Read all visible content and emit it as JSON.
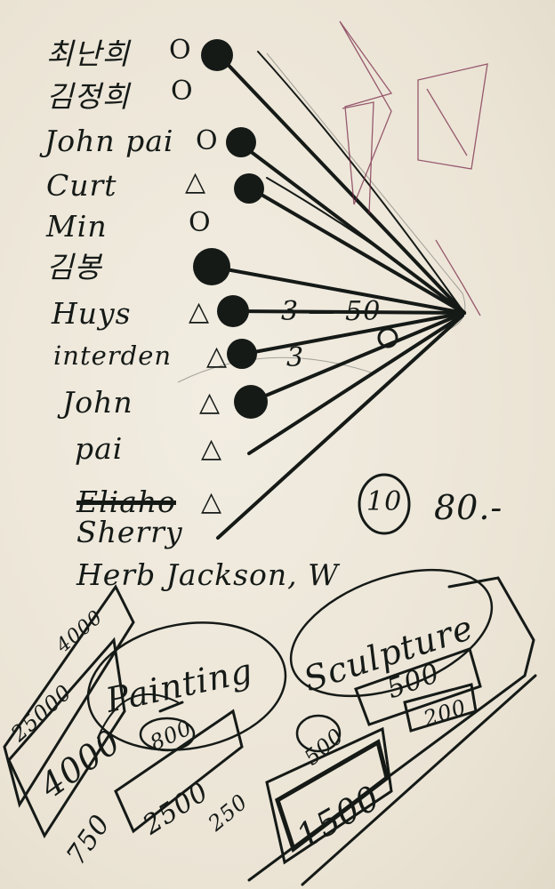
{
  "names": [
    {
      "text": "최난희",
      "mark": "O"
    },
    {
      "text": "김정희",
      "mark": "O"
    },
    {
      "text": "John pai",
      "mark": "O"
    },
    {
      "text": "Curt",
      "mark": "△"
    },
    {
      "text": "Min",
      "mark": "O"
    },
    {
      "text": "김봉",
      "mark": ""
    },
    {
      "text": "Huys",
      "mark": "△"
    },
    {
      "text": "interden",
      "mark": "△"
    },
    {
      "text": "John",
      "mark": "△"
    },
    {
      "text": "pai",
      "mark": "△"
    },
    {
      "text": "Eliaho",
      "mark": "△"
    }
  ],
  "extra_names": [
    "Sherry",
    "Herb Jackson, W"
  ],
  "annotations": {
    "huys_price": "3 — 50",
    "interden_price": "3",
    "circled_ten": "10",
    "eighty": "80.-"
  },
  "painting": {
    "label": "Painting",
    "amounts": [
      "25000",
      "4000",
      "4000",
      "750",
      "800",
      "2500"
    ]
  },
  "sculpture": {
    "label": "Sculpture",
    "amounts": [
      "500",
      "200",
      "250",
      "500",
      "1500"
    ]
  },
  "colors": {
    "ink": "#151a17",
    "pencil": "#7a2a4a",
    "paper": "#ece6d8"
  }
}
